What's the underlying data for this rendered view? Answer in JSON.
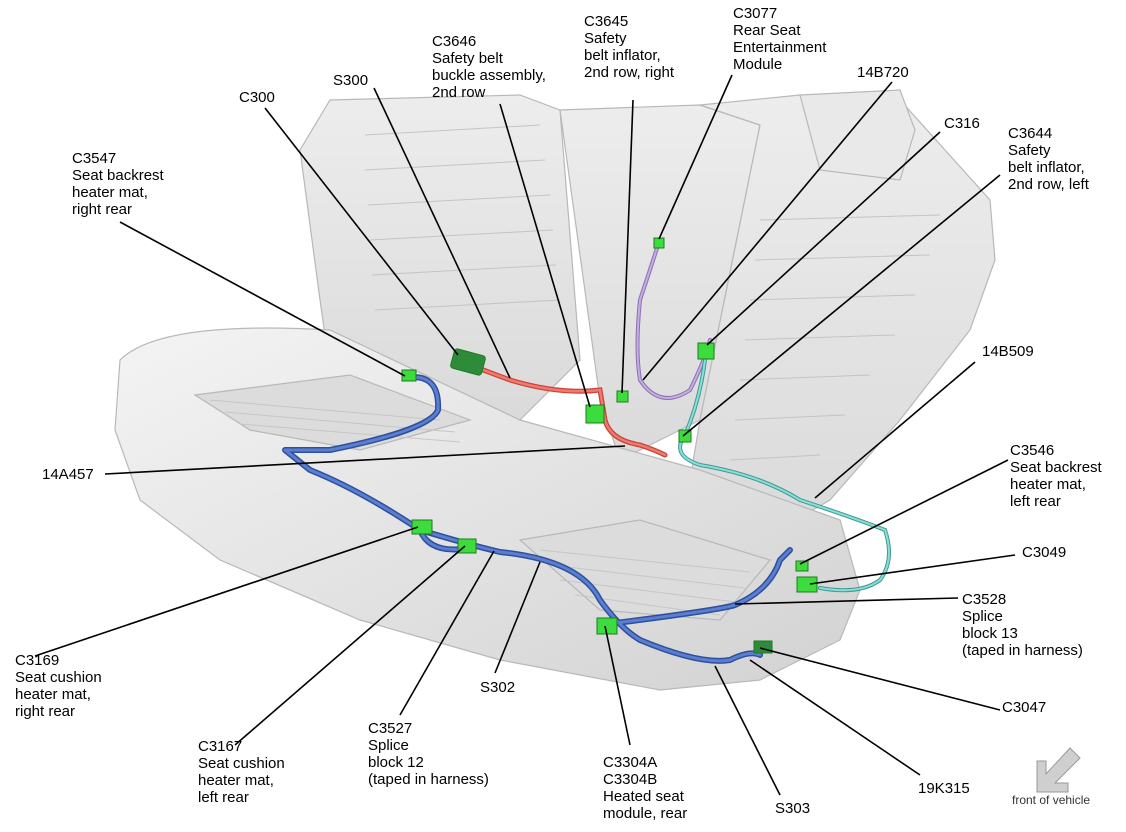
{
  "labels": {
    "c3645": "C3645\nSafety\nbelt inflator,\n2nd row, right",
    "c3077": "C3077\nRear Seat\nEntertainment\nModule",
    "c3646": "C3646\nSafety belt\nbuckle assembly,\n2nd row",
    "s300": "S300",
    "c300": "C300",
    "b14b720": "14B720",
    "c316": "C316",
    "c3644": "C3644\nSafety\nbelt inflator,\n2nd row, left",
    "c3547": "C3547\nSeat backrest\nheater mat,\nright rear",
    "b14b509": "14B509",
    "a14a457": "14A457",
    "c3546": "C3546\nSeat backrest\nheater mat,\nleft rear",
    "c3049": "C3049",
    "c3528": "C3528\nSplice\nblock 13\n(taped in harness)",
    "c3169": "C3169\nSeat cushion\nheater mat,\nright rear",
    "s302": "S302",
    "c3047": "C3047",
    "c3167": "C3167\nSeat cushion\nheater mat,\nleft rear",
    "c3527": "C3527\nSplice\nblock 12\n(taped in harness)",
    "c3304": "C3304A\nC3304B\nHeated seat\nmodule, rear",
    "k19k315": "19K315",
    "s303": "S303",
    "front": "front of vehicle"
  },
  "colors": {
    "harness_blue": "#3a5fb0",
    "harness_red": "#e05a4e",
    "harness_purple": "#a78ac8",
    "harness_teal": "#4fb3ad",
    "connector_green": "#3ddc3d",
    "connector_dark_green": "#2e8b3a",
    "seat_gray": "#e4e4e4",
    "arrow_gray": "#c8c8c8"
  }
}
